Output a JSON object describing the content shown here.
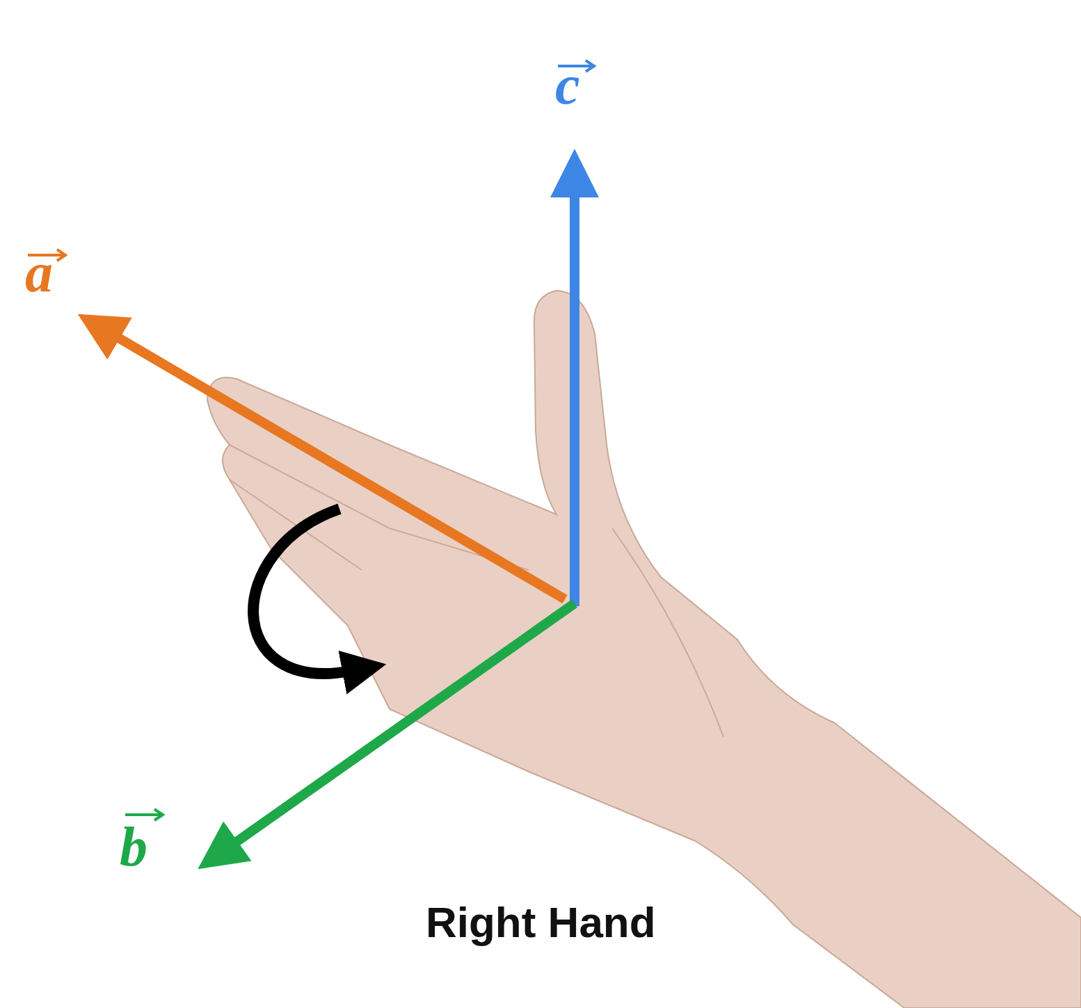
{
  "diagram": {
    "labels": [
      "a",
      "b",
      "c",
      "Right Hand"
    ]
  }
}
